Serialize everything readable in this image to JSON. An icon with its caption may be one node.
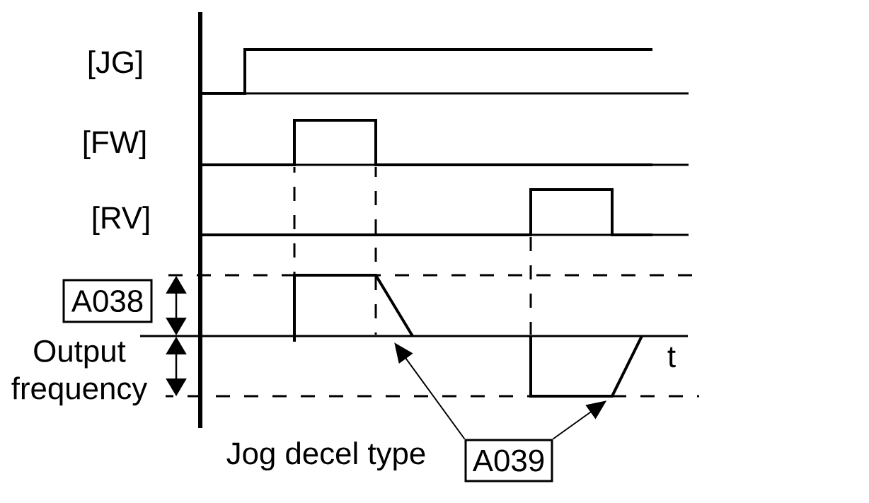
{
  "diagram": {
    "nodes": [
      {
        "text": [
          "A038"
        ]
      },
      {
        "text": [],
        "shape": "line"
      },
      {
        "text": [],
        "shape": "line"
      },
      {
        "text": [
          "A039"
        ]
      }
    ],
    "edges": [
      {
        "from": 3,
        "to": 1,
        "arrow": "to"
      },
      {
        "from": 3,
        "to": 2,
        "arrow": "to"
      }
    ],
    "labels": [
      "[JG]",
      "[FW]",
      "[RV]",
      "Output frequency",
      "t",
      "Jog decel type"
    ]
  }
}
